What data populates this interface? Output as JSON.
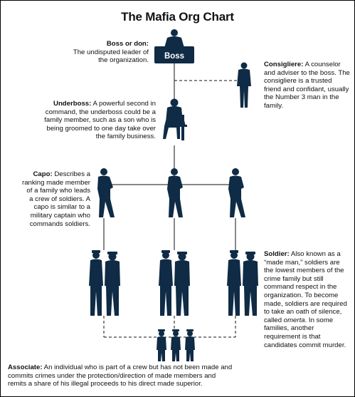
{
  "title": "The Mafia Org Chart",
  "roles": {
    "boss": {
      "badge": "Boss",
      "label": "Boss or don:",
      "desc": "The undisputed leader of the organization."
    },
    "consigliere": {
      "label": "Consigliere:",
      "desc": "A counselor and adviser to the boss. The consigliere is a trusted friend and confidant, usually the Number 3 man in the family."
    },
    "underboss": {
      "label": "Underboss:",
      "desc": "A powerful second in command, the underboss could be a family member, such as a son who is being groomed to one day take over the family business."
    },
    "capo": {
      "label": "Capo:",
      "desc": "Describes a ranking made member of a family who leads a crew of soldiers. A capo is similar to a military captain who commands soldiers."
    },
    "soldier": {
      "label": "Soldier:",
      "desc_1": "Also known as a “made man,” soldiers are the lowest members of the crime family but still command respect in the organization. To become made, soldiers are required to take an oath of silence, called ",
      "desc_em": "omerta",
      "desc_2": ". In some families, another requirement is that candidates commit murder."
    },
    "associate": {
      "label": "Associate:",
      "desc": "An individual who is part of a crew but has not been made and commits crimes under the protection/direction of made members and remits a share of his illegal proceeds to his direct made superior."
    }
  },
  "colors": {
    "figure": "#0f2b45",
    "line": "#111111",
    "background": "#ffffff"
  }
}
